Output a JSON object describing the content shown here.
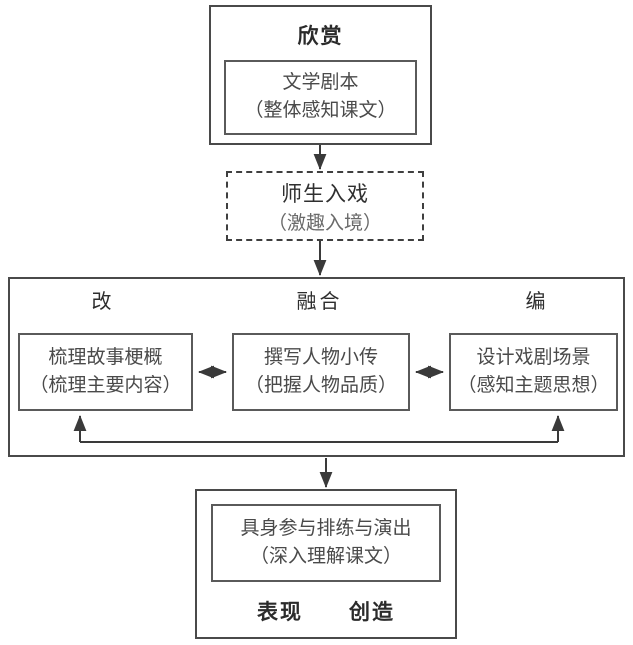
{
  "diagram": {
    "type": "flowchart",
    "top": {
      "heading": "欣赏",
      "inner_line1": "文学剧本",
      "inner_line2": "（整体感知课文）"
    },
    "dashed": {
      "line1": "师生入戏",
      "line2": "（激趣入境）"
    },
    "middle": {
      "stage_left": "改",
      "stage_center": "融合",
      "stage_right": "编",
      "boxes": [
        {
          "line1": "梳理故事梗概",
          "line2": "（梳理主要内容）"
        },
        {
          "line1": "撰写人物小传",
          "line2": "（把握人物品质）"
        },
        {
          "line1": "设计戏剧场景",
          "line2": "（感知主题思想）"
        }
      ]
    },
    "bottom": {
      "inner_line1": "具身参与排练与演出",
      "inner_line2": "（深入理解课文）",
      "tags": "表现　　创造"
    },
    "colors": {
      "stroke": "#4a4a4a",
      "text": "#3a3a3a",
      "background": "#ffffff"
    }
  }
}
